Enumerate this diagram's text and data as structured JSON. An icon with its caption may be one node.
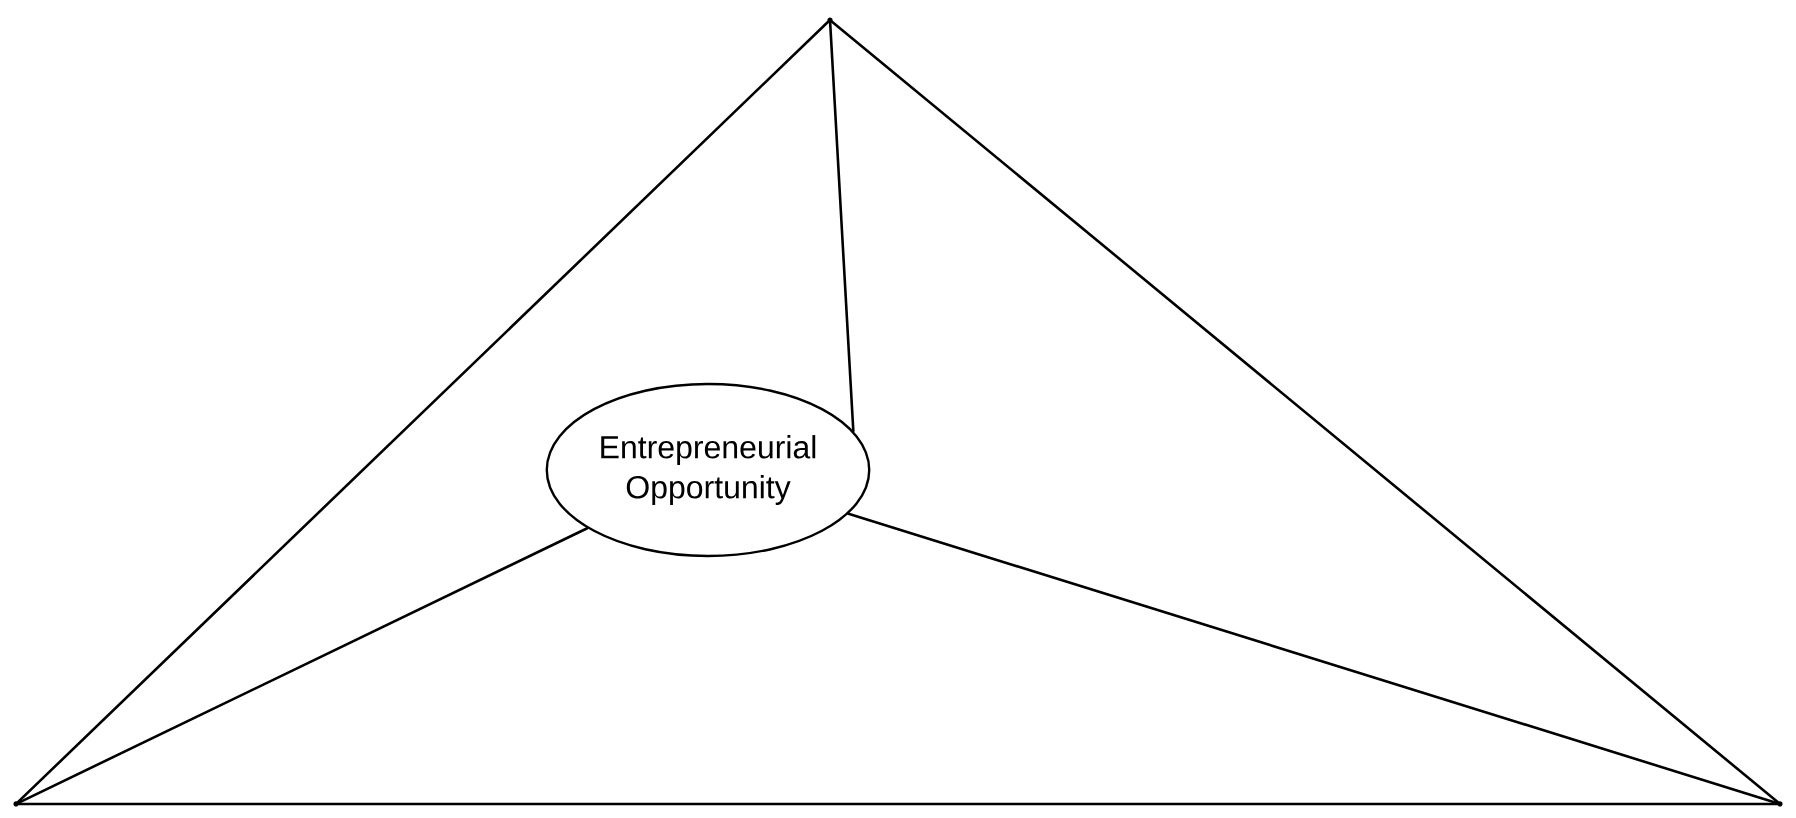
{
  "diagram": {
    "nodes": [
      {
        "text": [],
        "shape": "point"
      },
      {
        "text": [],
        "shape": "point"
      },
      {
        "text": [],
        "shape": "point"
      },
      {
        "text": [
          "Entrepreneurial Opportunity"
        ]
      }
    ],
    "edges": [
      {
        "from": 0,
        "to": 1,
        "arrow": "none"
      },
      {
        "from": 1,
        "to": 2,
        "arrow": "none"
      },
      {
        "from": 2,
        "to": 0,
        "arrow": "none"
      },
      {
        "from": 3,
        "to": 0,
        "arrow": "none"
      },
      {
        "from": 3,
        "to": 1,
        "arrow": "none"
      },
      {
        "from": 3,
        "to": 2,
        "arrow": "none"
      }
    ]
  }
}
